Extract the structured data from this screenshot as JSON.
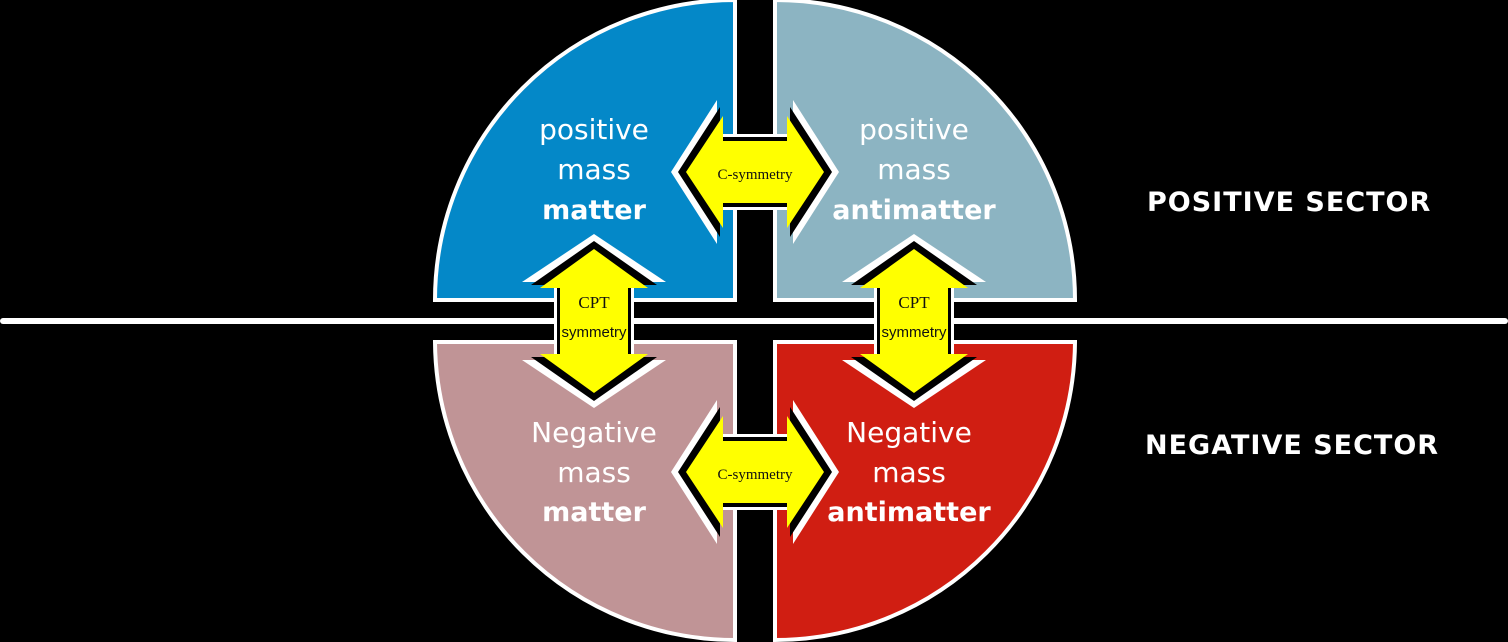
{
  "diagram": {
    "sectors": {
      "positive": "POSITIVE SECTOR",
      "negative": "NEGATIVE SECTOR"
    },
    "quadrants": {
      "top_left": {
        "line1": "positive",
        "line2": "mass",
        "line3": "matter",
        "color": "#0488c8"
      },
      "top_right": {
        "line1": "positive",
        "line2": "mass",
        "line3": "antimatter",
        "color": "#8cb4c2"
      },
      "bottom_left": {
        "line1": "Negative",
        "line2": "mass",
        "line3": "matter",
        "color": "#c09496"
      },
      "bottom_right": {
        "line1": "Negative",
        "line2": "mass",
        "line3": "antimatter",
        "color": "#d01e12"
      }
    },
    "arrows": {
      "c_top": {
        "label": "C-symmetry"
      },
      "c_bottom": {
        "label": "C-symmetry"
      },
      "cpt_left": {
        "line1": "CPT",
        "line2": "symmetry"
      },
      "cpt_right": {
        "line1": "CPT",
        "line2": "symmetry"
      }
    },
    "colors": {
      "background": "#000000",
      "arrow_fill": "#ffff00",
      "outline": "#ffffff"
    }
  }
}
